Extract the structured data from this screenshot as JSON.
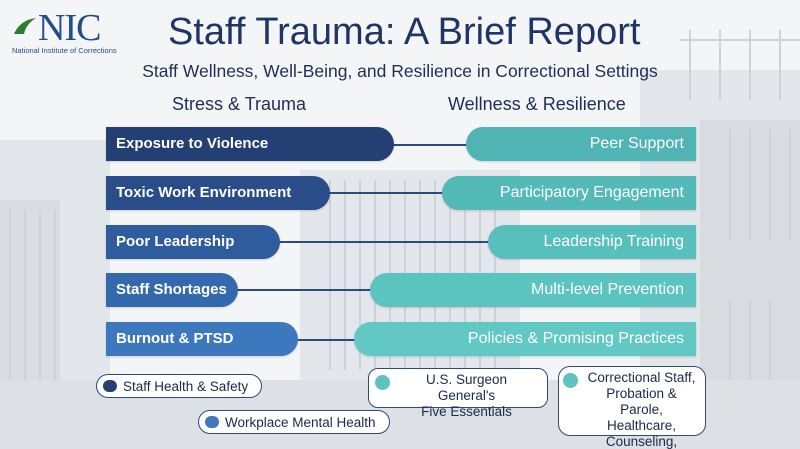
{
  "logo": {
    "mark": "NIC",
    "subtitle": "National Institute of Corrections"
  },
  "title": "Staff Trauma: A Brief Report",
  "subtitle": "Staff Wellness, Well-Being, and Resilience in Correctional Settings",
  "columns": {
    "left": "Stress & Trauma",
    "right": "Wellness & Resilience"
  },
  "left_items": [
    "Exposure to Violence",
    "Toxic Work Environment",
    "Poor Leadership",
    "Staff Shortages",
    "Burnout & PTSD"
  ],
  "right_items": [
    "Peer Support",
    "Participatory Engagement",
    "Leadership Training",
    "Multi-level Prevention",
    "Policies & Promising Practices"
  ],
  "legend": {
    "staff_health": "Staff Health & Safety",
    "mental_health": "Workplace Mental Health",
    "surgeon_general": "U.S. Surgeon General's\nFive Essentials",
    "correctional_staff": "Correctional Staff,\nProbation &\nParole, Healthcare,\nCounseling, Education"
  },
  "colors": {
    "navy": "#233f73",
    "blue": "#2f5c9c",
    "blue_light": "#3d78be",
    "teal": "#5cc3bf",
    "teal_dark": "#46aeb0",
    "green_logo": "#2e7d32"
  }
}
